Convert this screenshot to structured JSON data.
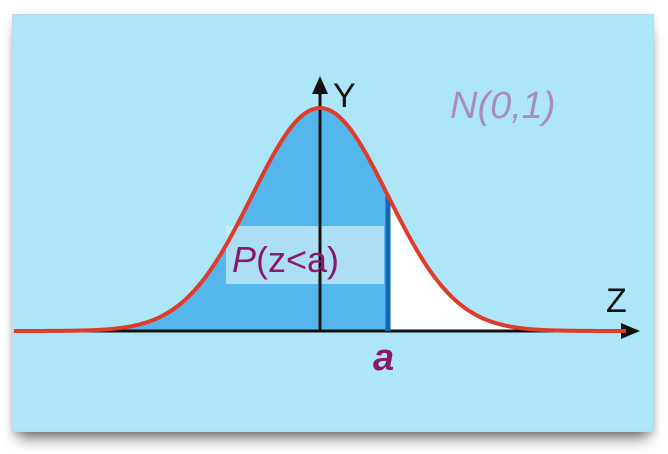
{
  "labels": {
    "y_axis": "Y",
    "z_axis": "Z",
    "distribution": "N(0,1)",
    "probability_prob": "P",
    "probability_args": "(z<a)",
    "a_marker": "a"
  },
  "chart_data": {
    "type": "area",
    "mean": 0,
    "std_dev": 1,
    "shaded_region": "z < a",
    "a_value": 1,
    "xlim": [
      -4.5,
      4.5
    ],
    "colors": {
      "background": "#aee6f9",
      "shaded_area": "#54b6ea",
      "unshaded_area": "#ffffff",
      "curve": "#e03a2a",
      "a_line": "#1167b8",
      "axis": "#111111",
      "label_box": "#c9ecf8"
    }
  }
}
